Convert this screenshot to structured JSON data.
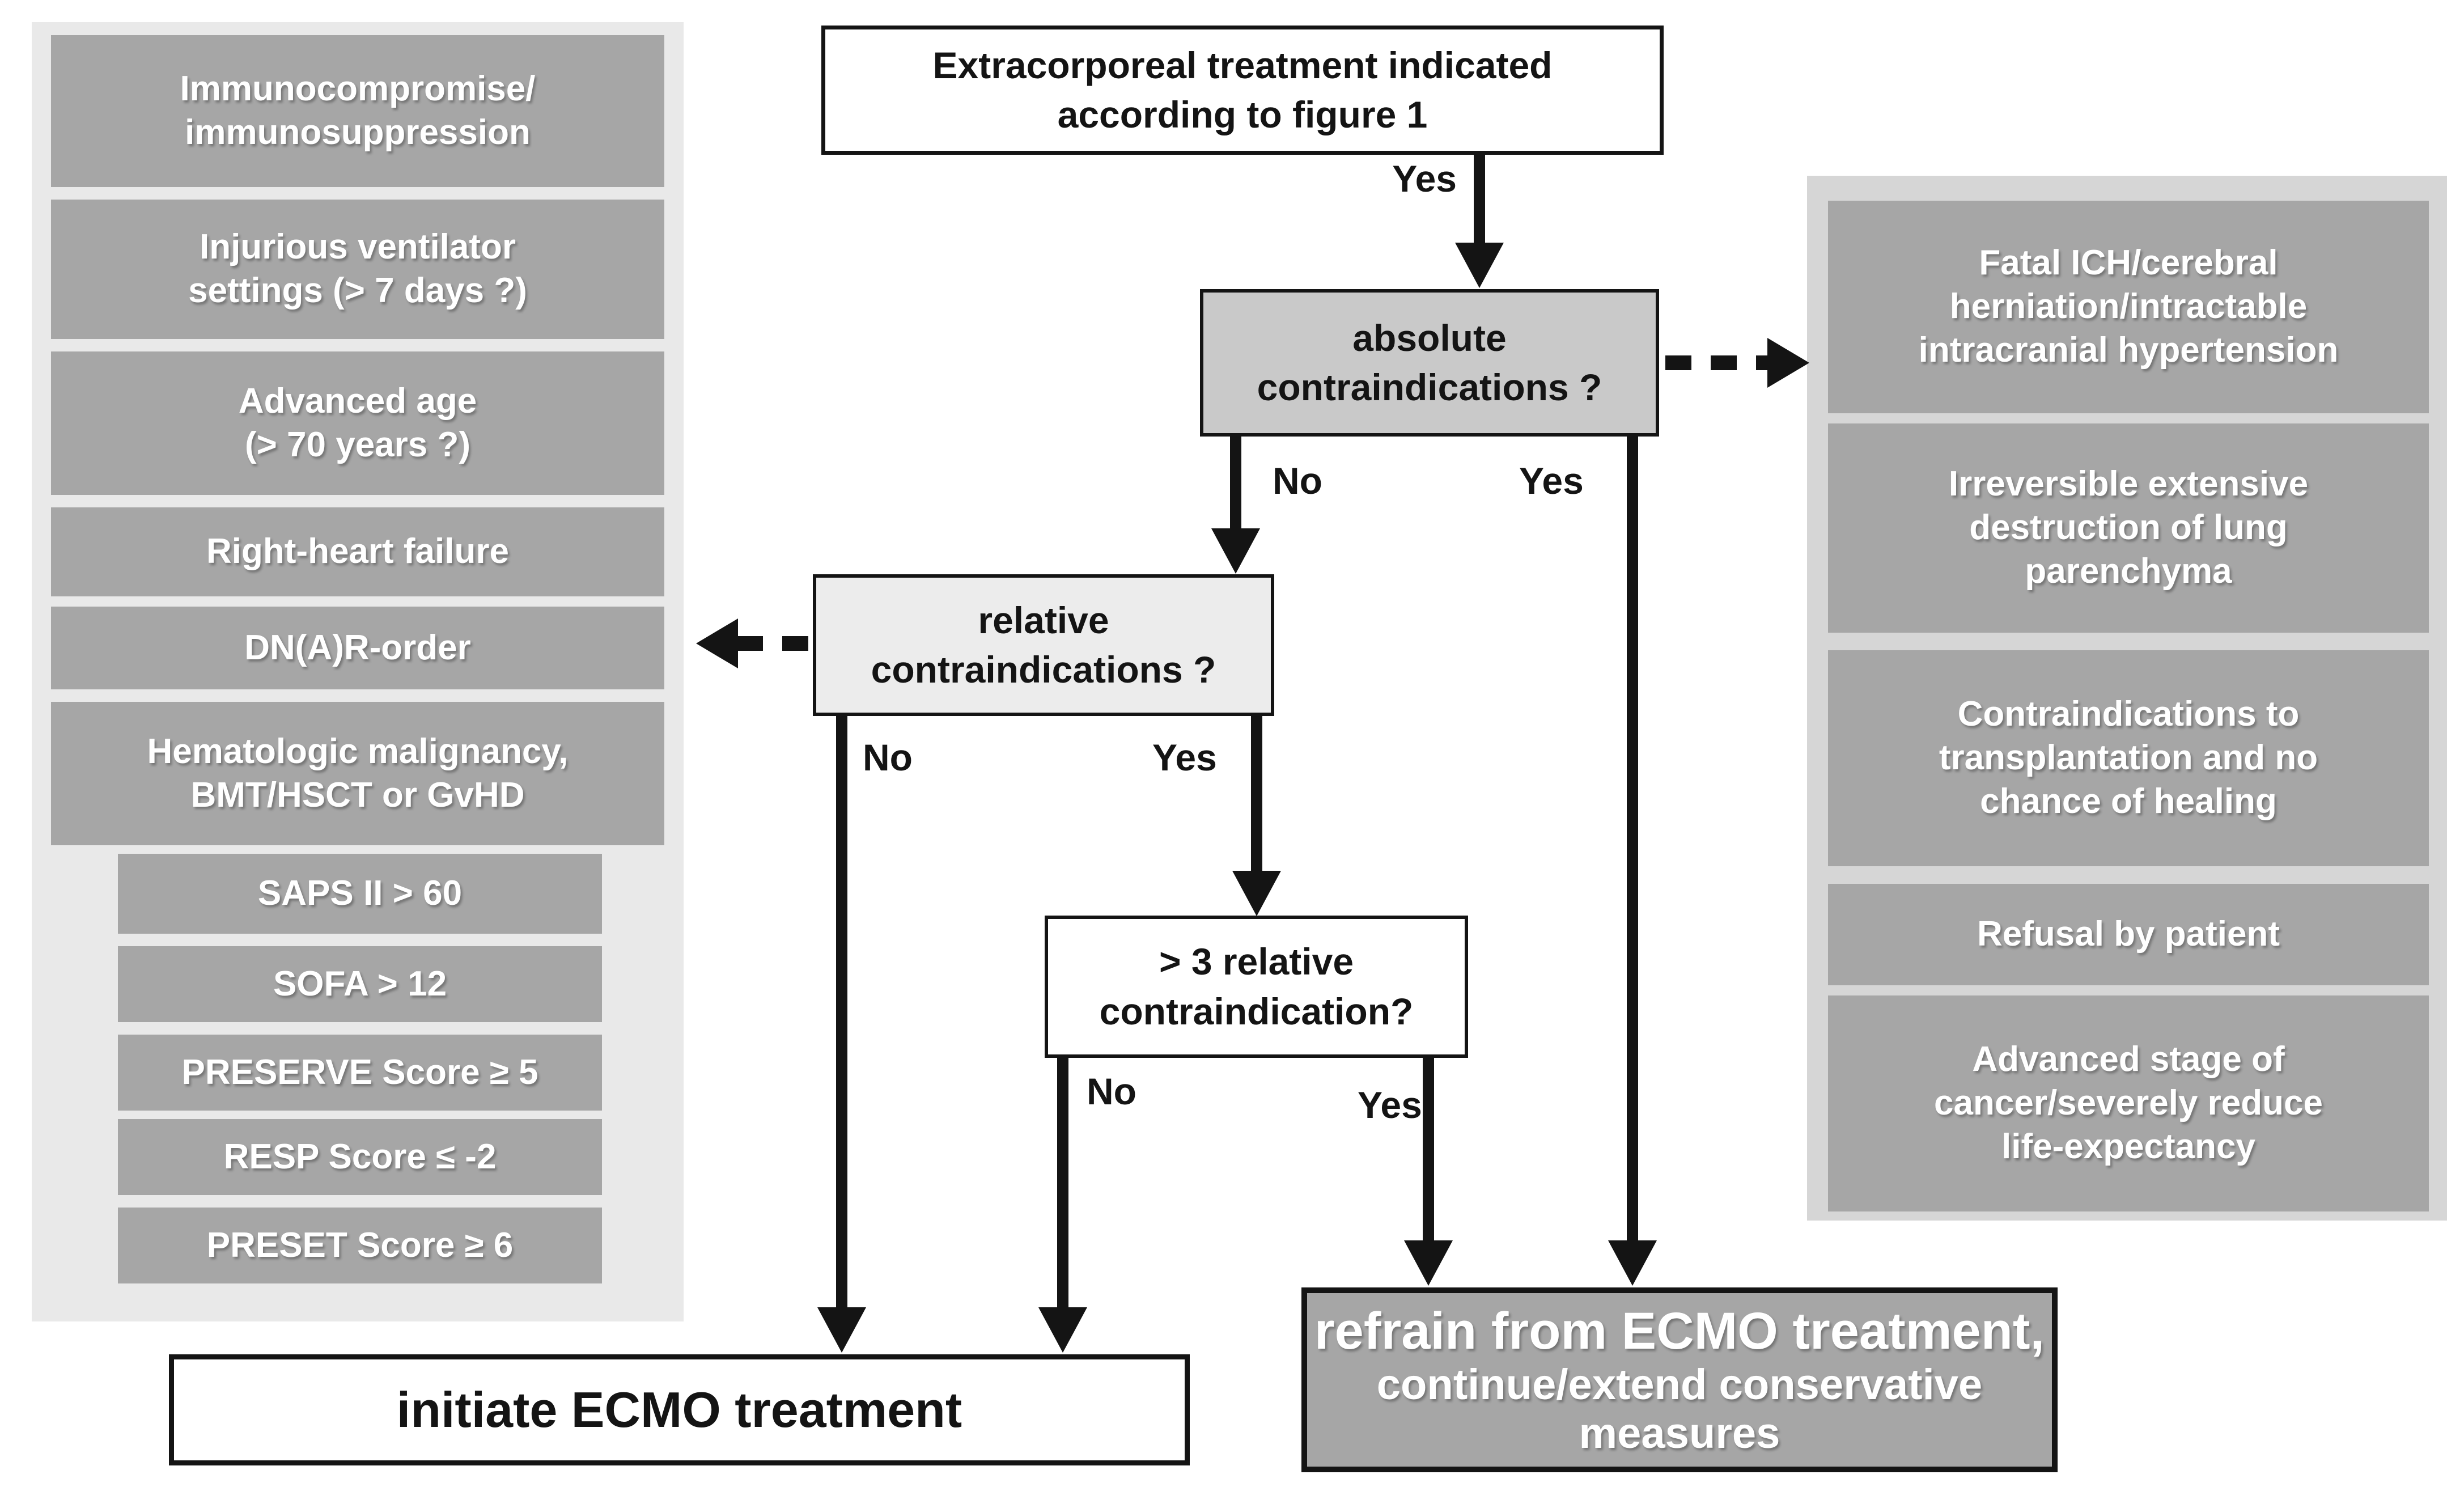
{
  "colors": {
    "ink": "#141414",
    "paper": "#ffffff",
    "box-gray": "#a6a6a6",
    "panel-left": "#e9e9e9",
    "panel-right": "#d6d6d6",
    "absolute-bg": "#c9c9c9",
    "relative-bg": "#ececec"
  },
  "left_panel": {
    "items": [
      "Immunocompromise/\nimmunosuppression",
      "Injurious ventilator\nsettings (> 7 days ?)",
      "Advanced age\n(> 70 years ?)",
      "Right-heart failure",
      "DN(A)R-order",
      "Hematologic malignancy,\nBMT/HSCT or GvHD",
      "SAPS II > 60",
      "SOFA > 12",
      "PRESERVE Score ≥ 5",
      "RESP Score ≤ -2",
      "PRESET Score ≥ 6"
    ]
  },
  "right_panel": {
    "items": [
      "Fatal ICH/cerebral\nherniation/intractable\nintracranial hypertension",
      "Irreversible extensive\ndestruction of lung\nparenchyma",
      "Contraindications to\ntransplantation and no\nchance of healing",
      "Refusal by patient",
      "Advanced stage of\ncancer/severely reduce\nlife-expectancy"
    ]
  },
  "flow": {
    "start": "Extracorporeal treatment indicated\naccording to figure 1",
    "absolute": "absolute\ncontraindications ?",
    "relative": "relative\ncontraindications ?",
    "gt3": "> 3 relative\ncontraindication?",
    "initiate": "initiate ECMO treatment",
    "refrain_line1": "refrain from ECMO treatment,",
    "refrain_line2": "continue/extend conservative measures"
  },
  "edge_labels": {
    "start_yes": "Yes",
    "absolute_no": "No",
    "absolute_yes": "Yes",
    "relative_no": "No",
    "relative_yes": "Yes",
    "gt3_no": "No",
    "gt3_yes": "Yes"
  }
}
